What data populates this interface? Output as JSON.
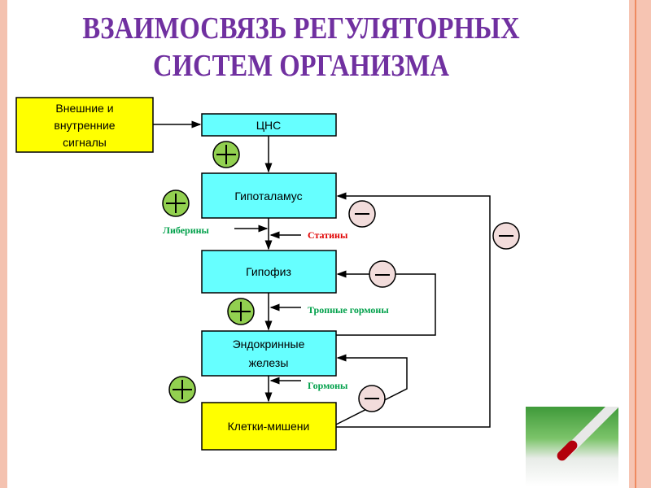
{
  "title": {
    "line1": "ВЗАИМОСВЯЗЬ РЕГУЛЯТОРНЫХ",
    "line2": "СИСТЕМ ОРГАНИЗМА"
  },
  "boxes": {
    "signals": [
      "Внешние и",
      "внутренние",
      "сигналы"
    ],
    "cns": "ЦНС",
    "hypothalamus": "Гипоталамус",
    "pituitary": "Гипофиз",
    "endocrine": [
      "Эндокринные",
      "железы"
    ],
    "targets": "Клетки-мишени"
  },
  "labels": {
    "liberins": "Либерины",
    "statins": "Статины",
    "tropic": "Тропные гормоны",
    "hormones": "Гормоны"
  },
  "signs": {
    "plus": "+",
    "minus": "−"
  },
  "colors": {
    "title": "#7030a0",
    "cyan_box": "#66ffff",
    "yellow_box": "#ffff00",
    "plus_fill": "#92d050",
    "minus_fill": "#f2dcdb",
    "green_text": "#00a04a",
    "red_text": "#e00000"
  }
}
